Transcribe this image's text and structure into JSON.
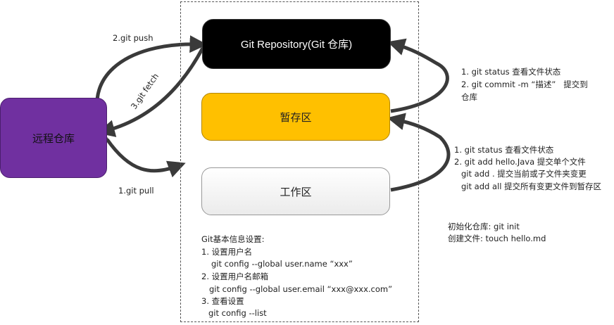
{
  "nodes": {
    "repository": "Git Repository(Git 仓库)",
    "staging": "暂存区",
    "working": "工作区",
    "remote": "远程仓库"
  },
  "edges": {
    "push": "2.git push",
    "fetch": "3.git fetch",
    "pull": "1.git pull"
  },
  "right_notes": {
    "commit": [
      "1. git status 查看文件状态",
      "2. git commit -m “描述”   提交到",
      "仓库"
    ],
    "add": [
      "1. git status 查看文件状态",
      "2. git add hello.Java 提交单个文件",
      "git add . 提交当前或子文件夹变更",
      "git add all 提交所有变更文件到暂存区"
    ],
    "init": [
      "初始化仓库: git init",
      "创建文件: touch hello.md"
    ]
  },
  "config_notes": {
    "title": "Git基本信息设置:",
    "lines": [
      "1. 设置用户名",
      "git config --global user.name “xxx”",
      "2. 设置用户名邮箱",
      "git config --global user.email “xxx@xxx.com”",
      "3. 查看设置",
      "git config --list"
    ]
  }
}
